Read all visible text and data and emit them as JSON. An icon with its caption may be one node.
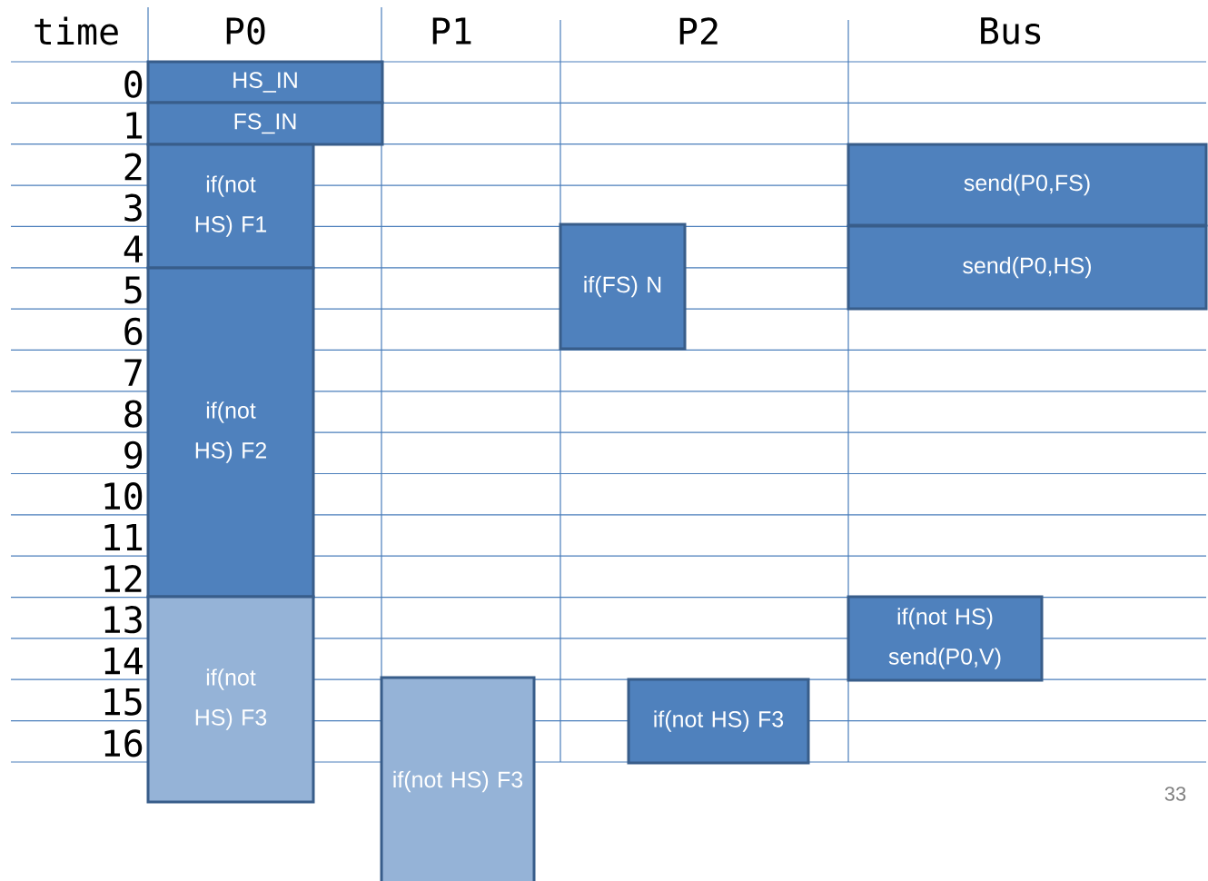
{
  "diagram": {
    "nodes": [
      {
        "text": [
          "HS_IN"
        ]
      },
      {
        "text": [
          "FS_IN"
        ]
      },
      {
        "text": [
          "if(not HS) F1"
        ]
      },
      {
        "text": [
          "send(P0,FS)"
        ]
      },
      {
        "text": [
          "if(FS) N"
        ]
      },
      {
        "text": [
          "send(P0,HS)"
        ]
      },
      {
        "text": [
          "if(not HS) F2"
        ]
      },
      {
        "text": [
          "if(not HS) send(P0,V)"
        ]
      },
      {
        "text": [
          "if(not HS) F3"
        ]
      },
      {
        "text": [
          "if(not HS) F3"
        ]
      },
      {
        "text": [
          "if(not HS) F3"
        ]
      }
    ],
    "labels": [
      "time",
      "P0",
      "P1",
      "P2",
      "Bus",
      "0",
      "1",
      "2",
      "3",
      "4",
      "5",
      "6",
      "7",
      "8",
      "9",
      "10",
      "11",
      "12",
      "13",
      "14",
      "15",
      "16",
      "33"
    ]
  }
}
